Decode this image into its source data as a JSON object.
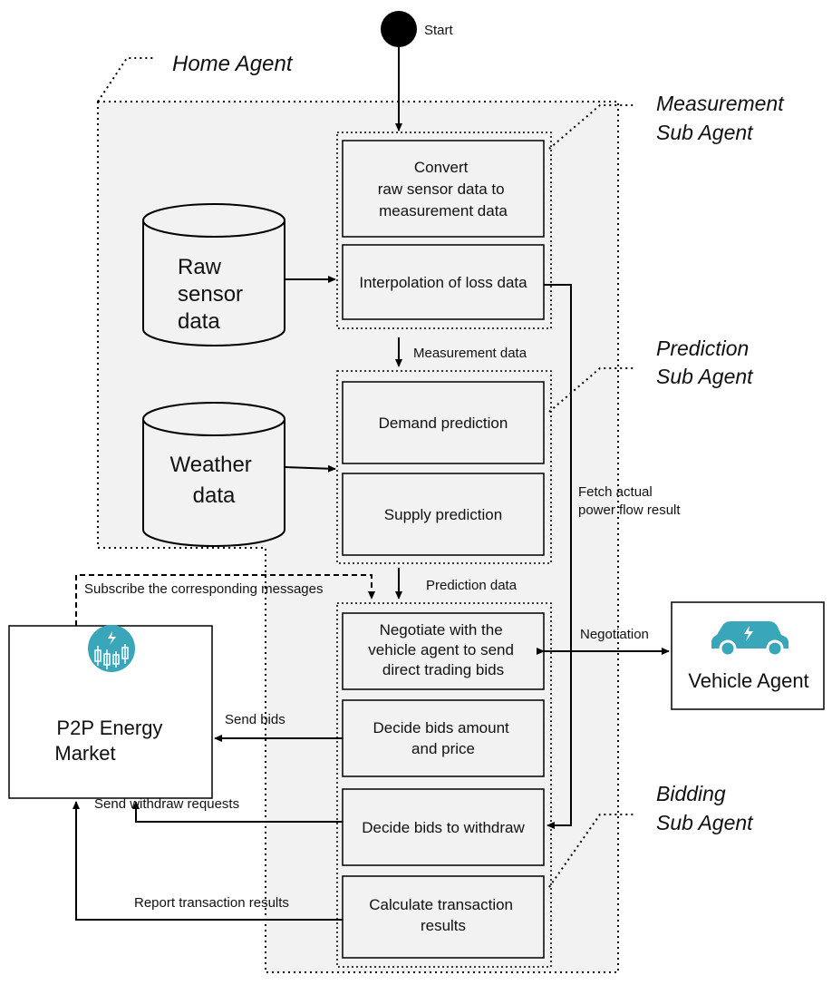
{
  "start_label": "Start",
  "home_agent": "Home Agent",
  "measurement": {
    "title_line1": "Measurement",
    "title_line2": "Sub Agent",
    "box1_lines": [
      "Convert",
      "raw sensor data to",
      "measurement data"
    ],
    "box2": "Interpolation of loss data"
  },
  "prediction": {
    "title_line1": "Prediction",
    "title_line2": "Sub Agent",
    "box1": "Demand prediction",
    "box2": "Supply prediction"
  },
  "bidding": {
    "title_line1": "Bidding",
    "title_line2": "Sub Agent",
    "box1_lines": [
      "Negotiate with the",
      "vehicle agent to send",
      "direct trading bids"
    ],
    "box2_lines": [
      "Decide bids amount",
      "and price"
    ],
    "box3": "Decide bids to withdraw",
    "box4_lines": [
      "Calculate transaction",
      "results"
    ]
  },
  "raw_sensor_lines": [
    "Raw",
    "sensor",
    "data"
  ],
  "weather_lines": [
    "Weather",
    "data"
  ],
  "flow_labels": {
    "measurement_data": "Measurement  data",
    "prediction_data": "Prediction data",
    "fetch_lines": [
      "Fetch actual",
      "power flow result"
    ],
    "subscribe": "Subscribe the corresponding messages",
    "negotiation": "Negotiation",
    "send_bids": "Send bids",
    "send_withdraw": "Send withdraw  requests",
    "report": "Report transaction results"
  },
  "p2p_market_lines": [
    "P2P Energy",
    "Market"
  ],
  "vehicle_agent": "Vehicle Agent",
  "colors": {
    "panel": "#f2f2f2",
    "stroke": "#000000",
    "icon_teal": "#3aa6b9"
  },
  "icons": [
    "market-candlestick-icon",
    "electric-car-icon"
  ]
}
